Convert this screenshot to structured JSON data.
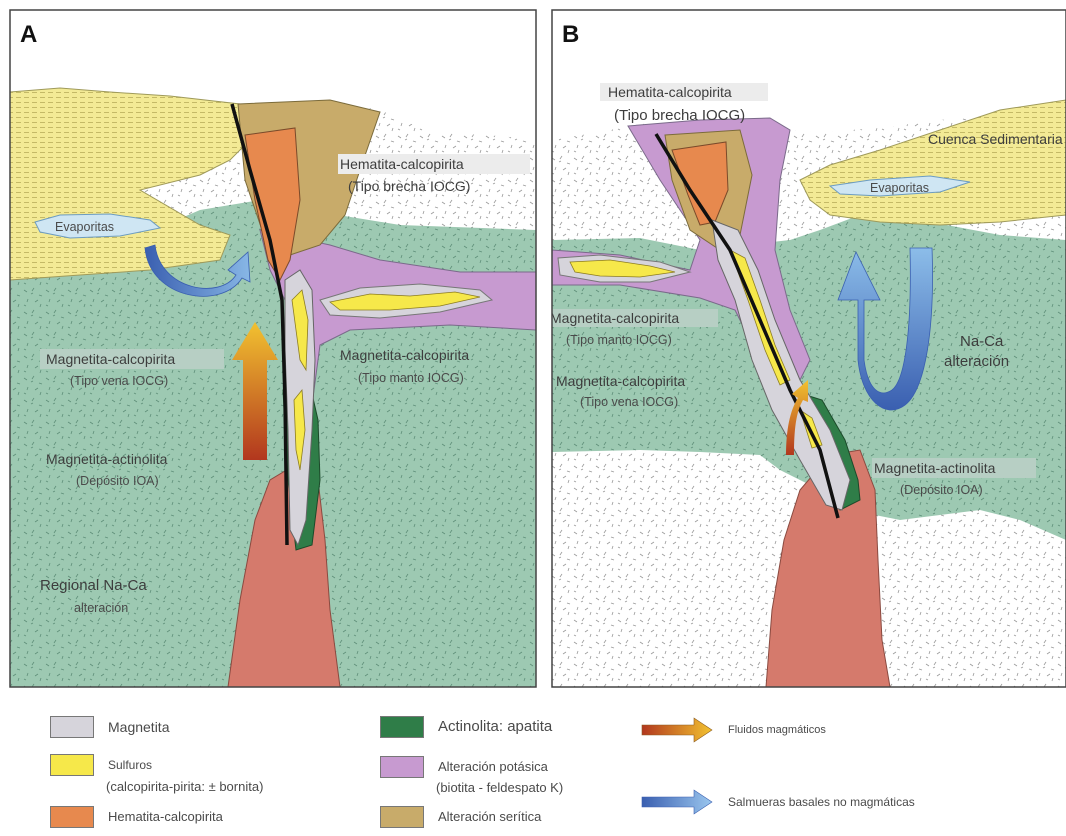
{
  "panels": [
    {
      "letter": "A"
    },
    {
      "letter": "B"
    }
  ],
  "panel_a": {
    "hematita": "Hematita-calcopirita",
    "hematita_sub": "(Tipo brecha IOCG)",
    "evaporitas": "Evaporitas",
    "magcal_vena": "Magnetita-calcopirita",
    "magcal_vena_sub": "(Tipo vena IOCG)",
    "magcal_manto": "Magnetita-calcopirita",
    "magcal_manto_sub": "(Tipo manto IOCG)",
    "magact": "Magnetita-actinolita",
    "magact_sub": "(Depósito IOA)",
    "regional": "Regional Na-Ca",
    "regional_sub": "alteración"
  },
  "panel_b": {
    "hematita": "Hematita-calcopirita",
    "hematita_sub": "(Tipo brecha IOCG)",
    "cuenca": "Cuenca Sedimentaria",
    "evaporitas": "Evaporitas",
    "magcal_manto": "Magnetita-calcopirita",
    "magcal_manto_sub": "(Tipo manto IOCG)",
    "magcal_vena": "Magnetita-calcopirita",
    "magcal_vena_sub": "(Tipo vena IOCG)",
    "naca": "Na-Ca",
    "naca_sub": "alteración",
    "magact": "Magnetita-actinolita",
    "magact_sub": "(Depósito IOA)"
  },
  "legend": {
    "magnetita": "Magnetita",
    "sulfuros": "Sulfuros",
    "sulfuros_sub": "(calcopirita-pirita: ± bornita)",
    "hematita": "Hematita-calcopirita",
    "actinolita": "Actinolita: apatita",
    "potasica": "Alteración potásica",
    "potasica_sub": "(biotita - feldespato K)",
    "serit": "Alteración serítica",
    "fluidos": "Fluidos magmáticos",
    "salmueras": "Salmueras basales no magmáticas"
  },
  "colors": {
    "magnetita": "#d6d4db",
    "sulfuros": "#f6e84a",
    "hematita": "#e7894e",
    "actinolita": "#2f7d48",
    "potasica": "#c79ad0",
    "serit": "#c8ab6a",
    "naca": "#9dc9b2",
    "intrusion": "#d57a6c",
    "sediment": "#f3ea95"
  }
}
